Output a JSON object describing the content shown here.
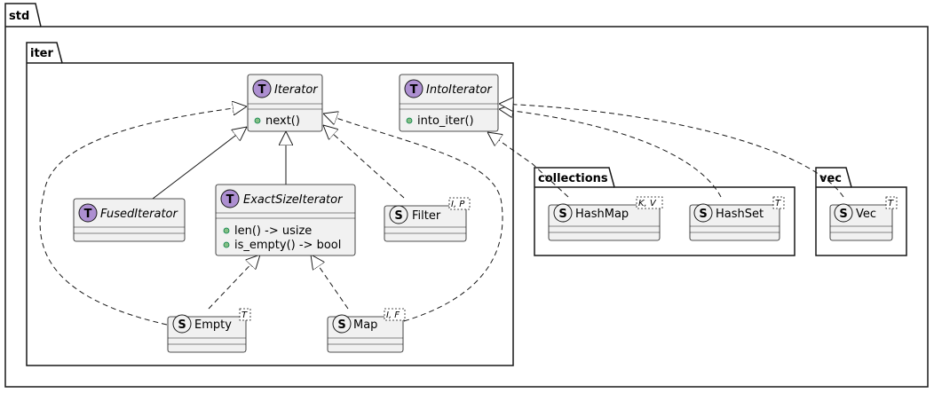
{
  "packages": {
    "std": "std",
    "iter": "iter",
    "collections": "collections",
    "vec": "vec"
  },
  "classes": {
    "iterator": {
      "badge": "T",
      "name": "Iterator",
      "methods": [
        "next()"
      ]
    },
    "into_iterator": {
      "badge": "T",
      "name": "IntoIterator",
      "methods": [
        "into_iter()"
      ]
    },
    "fused_iterator": {
      "badge": "T",
      "name": "FusedIterator"
    },
    "exact_size_iterator": {
      "badge": "T",
      "name": "ExactSizeIterator",
      "methods": [
        "len() -> usize",
        "is_empty() -> bool"
      ]
    },
    "filter": {
      "badge": "S",
      "name": "Filter",
      "generics": "I, P"
    },
    "empty": {
      "badge": "S",
      "name": "Empty",
      "generics": "T"
    },
    "map": {
      "badge": "S",
      "name": "Map",
      "generics": "I, F"
    },
    "hashmap": {
      "badge": "S",
      "name": "HashMap",
      "generics": "K, V"
    },
    "hashset": {
      "badge": "S",
      "name": "HashSet",
      "generics": "T"
    },
    "vec": {
      "badge": "S",
      "name": "Vec",
      "generics": "T"
    }
  },
  "colors": {
    "trait_badge": "#ad8fd1",
    "struct_badge": "#f1f1f1",
    "class_fill": "#f1f1f1",
    "border": "#181818",
    "method_dot": "#84be84"
  }
}
